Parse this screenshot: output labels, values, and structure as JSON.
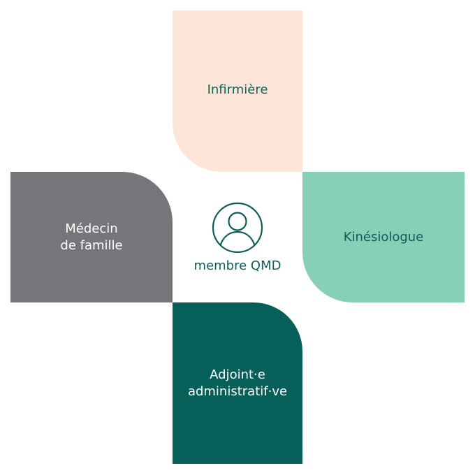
{
  "tiles": {
    "top": {
      "line1": "Infirmière"
    },
    "left": {
      "line1": "Médecin",
      "line2": "de famille"
    },
    "right": {
      "line1": "Kinésiologue"
    },
    "bottom": {
      "line1": "Adjoint·e",
      "line2": "administratif·ve"
    }
  },
  "center": {
    "label": "membre QMD",
    "icon": "user-profile-icon"
  },
  "colors": {
    "peach": "#fde6d8",
    "gray": "#757679",
    "mint": "#88cfb8",
    "teal": "#075f5a",
    "text_teal": "#0e5f58"
  }
}
